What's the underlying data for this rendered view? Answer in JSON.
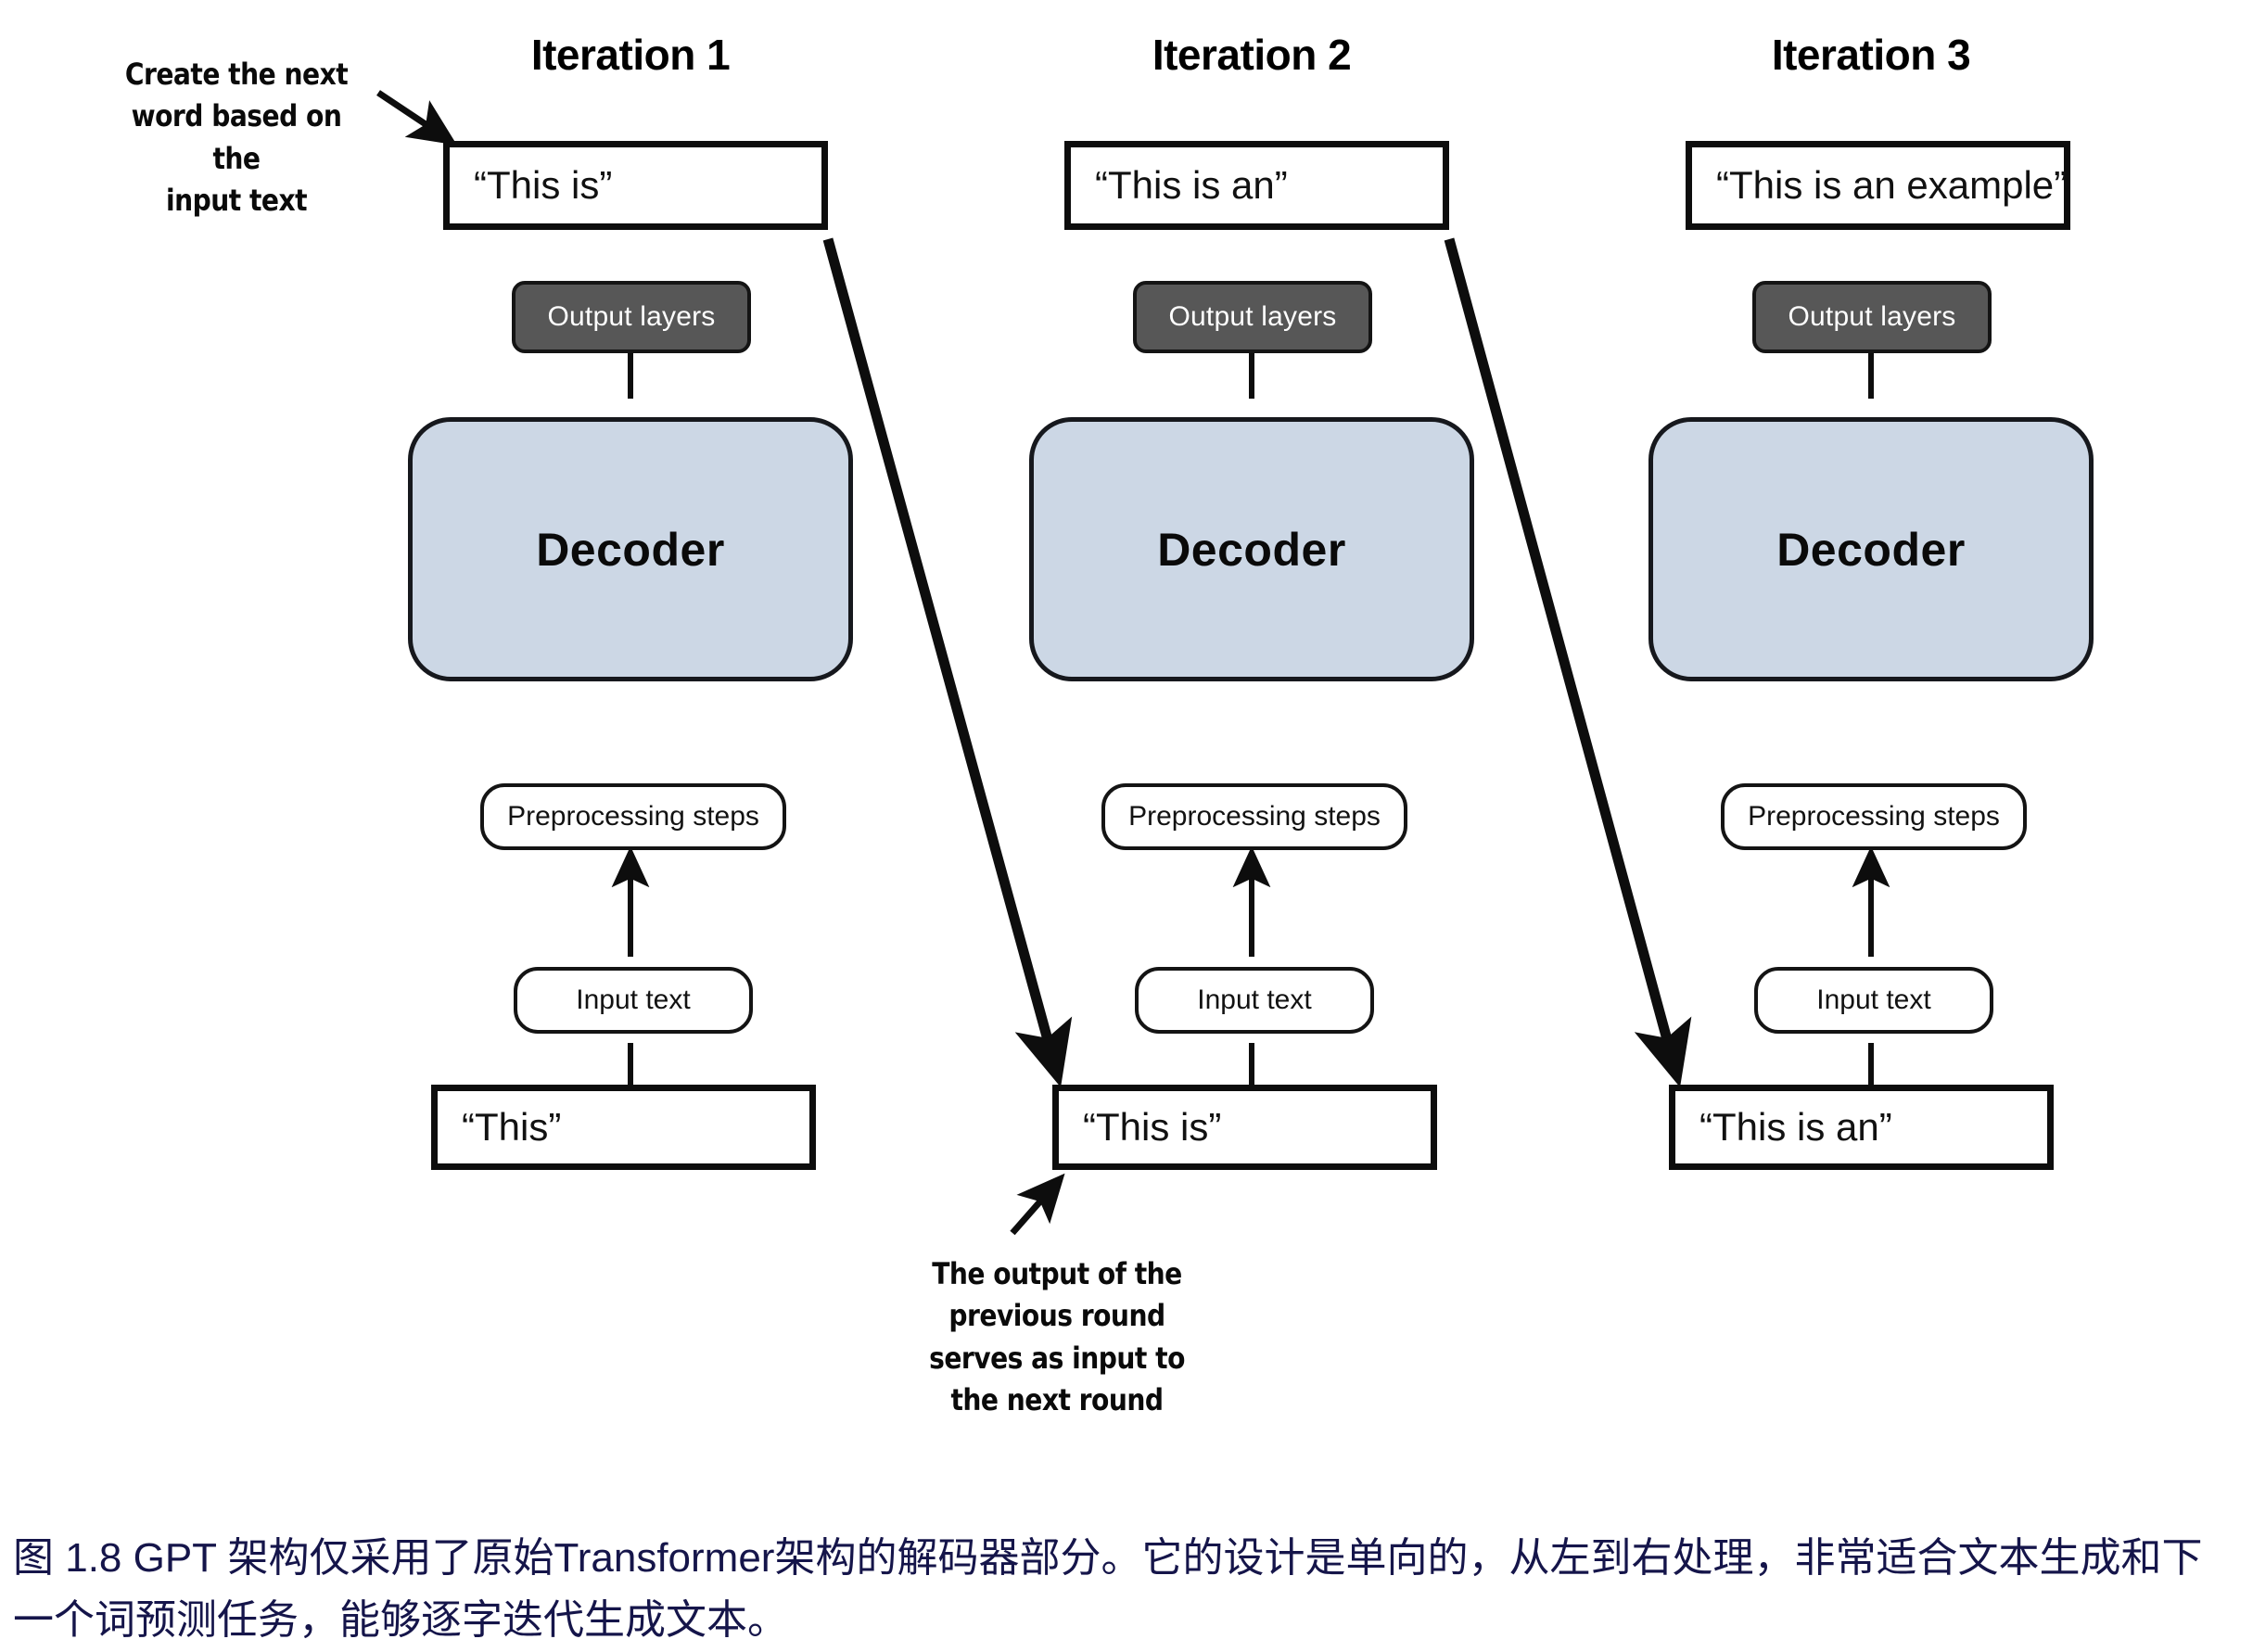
{
  "figure": {
    "id": "figure-1-8",
    "caption": "图 1.8  GPT 架构仅采用了原始Transformer架构的解码器部分。它的设计是单向的，从左到右处理，非常适合文本生成和下一个词预测任务，能够逐字迭代生成文本。",
    "caption_color": "#15154a"
  },
  "colors": {
    "decoder_fill": "#ccd7e5",
    "output_layers_fill": "#575757",
    "output_layers_text": "#ffffff",
    "box_border": "#0d0d0d",
    "page_background": "#ffffff"
  },
  "labels": {
    "output_layers": "Output layers",
    "decoder": "Decoder",
    "preprocessing_steps": "Preprocessing steps",
    "input_text": "Input text"
  },
  "columns": [
    {
      "title": "Iteration 1",
      "output_text": "“This is”",
      "output_layers": "Output layers",
      "decoder": "Decoder",
      "preprocessing_steps": "Preprocessing steps",
      "input_text": "Input text",
      "input_box_text": "“This”"
    },
    {
      "title": "Iteration 2",
      "output_text": "“This is an”",
      "output_layers": "Output layers",
      "decoder": "Decoder",
      "preprocessing_steps": "Preprocessing steps",
      "input_text": "Input text",
      "input_box_text": "“This is”"
    },
    {
      "title": "Iteration 3",
      "output_text": "“This is an example”",
      "output_layers": "Output layers",
      "decoder": "Decoder",
      "preprocessing_steps": "Preprocessing steps",
      "input_text": "Input text",
      "input_box_text": "“This is an”"
    }
  ],
  "annotations": [
    {
      "id": "create-next-word",
      "lines": [
        "Create the next",
        "word based on the",
        "input text"
      ]
    },
    {
      "id": "output-feeds-next-round",
      "lines": [
        "The output of the",
        "previous round",
        "serves as input to",
        "the next round"
      ]
    }
  ]
}
